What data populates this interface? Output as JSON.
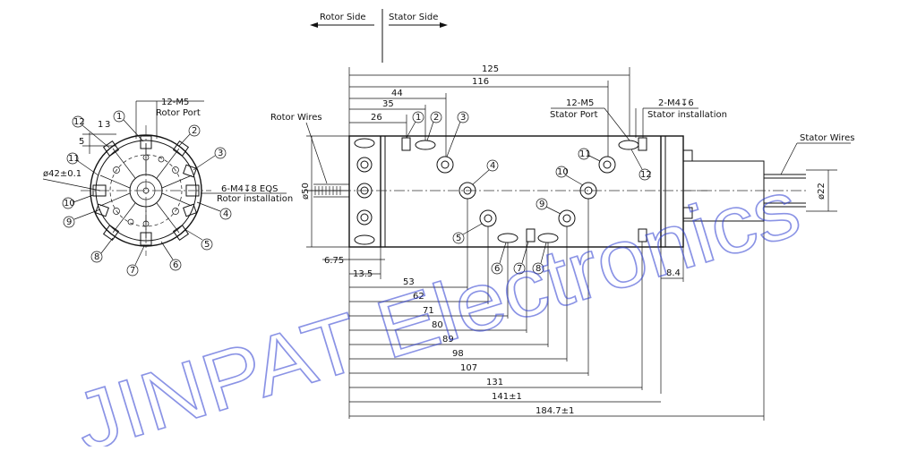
{
  "header": {
    "rotor_side": "Rotor Side",
    "stator_side": "Stator Side"
  },
  "watermark": "JINPAT Electronics",
  "front_view": {
    "port_label_1": "12-M5",
    "port_label_2": "Rotor Port",
    "install_label_1": "6-M4↧8 EQS",
    "install_label_2": "Rotor installation",
    "diameter": "ø42±0.1",
    "dim_small_1": "1",
    "dim_small_2": "3",
    "dim_small_3": "5",
    "balloons": [
      "1",
      "2",
      "3",
      "4",
      "5",
      "6",
      "7",
      "8",
      "9",
      "10",
      "11",
      "12"
    ]
  },
  "side_view": {
    "rotor_wires": "Rotor Wires",
    "stator_wires": "Stator Wires",
    "stator_port_1": "12-M5",
    "stator_port_2": "Stator Port",
    "stator_install_1": "2-M4↧6",
    "stator_install_2": "Stator installation",
    "dia_body": "ø50",
    "dia_shaft": "ø22",
    "dim_6_75": "6.75",
    "dim_13_5": "13.5",
    "dim_8_4": "8.4",
    "top_dims": [
      "125",
      "116",
      "44",
      "35",
      "26"
    ],
    "bottom_dims": [
      "53",
      "62",
      "71",
      "80",
      "89",
      "98",
      "107",
      "131",
      "141±1",
      "184.7±1"
    ],
    "balloons": [
      "1",
      "2",
      "3",
      "4",
      "5",
      "6",
      "7",
      "8",
      "9",
      "10",
      "11",
      "12"
    ]
  }
}
